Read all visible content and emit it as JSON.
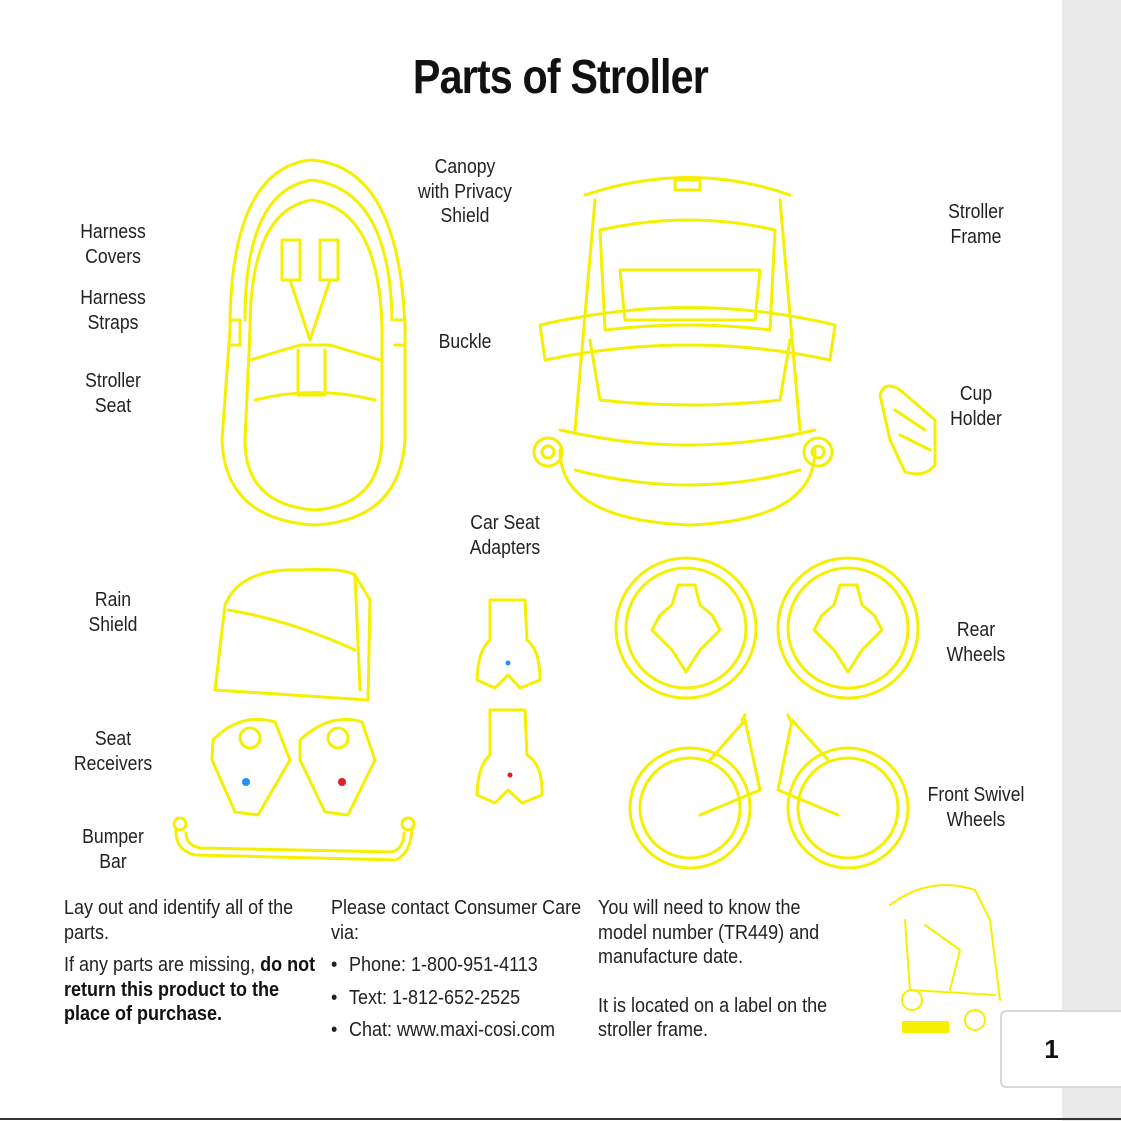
{
  "title": "Parts of Stroller",
  "labels": {
    "harness_covers": "Harness\nCovers",
    "harness_straps": "Harness\nStraps",
    "stroller_seat": "Stroller\nSeat",
    "canopy": "Canopy\nwith Privacy\nShield",
    "buckle": "Buckle",
    "stroller_frame": "Stroller\nFrame",
    "cup_holder": "Cup\nHolder",
    "car_seat_adapters": "Car Seat\nAdapters",
    "rain_shield": "Rain\nShield",
    "rear_wheels": "Rear\nWheels",
    "seat_receivers": "Seat\nReceivers",
    "front_swivel_wheels": "Front Swivel\nWheels",
    "bumper_bar": "Bumper\nBar"
  },
  "columns": {
    "left": {
      "p1": "Lay out and identify all of the parts.",
      "p2_start": "If any parts are missing, ",
      "p2_bold": "do not return this product to the place of purchase."
    },
    "middle": {
      "intro": "Please contact Consumer Care via:",
      "items": [
        "Phone: 1-800-951-4113",
        "Text: 1-812-652-2525",
        "Chat: www.maxi-cosi.com"
      ]
    },
    "right": {
      "p1": "You will need to know the model number (TR449) and manufacture date.",
      "p2": "It is located on a label on the stroller frame."
    }
  },
  "page_number": "1",
  "colors": {
    "line_art": "#ffff00",
    "line_art_stroke": "#f2ee00",
    "dot_blue": "#1e90ff",
    "dot_red": "#e02020",
    "text": "#222222"
  },
  "icons": [
    "stroller-seat-illustration",
    "stroller-frame-illustration",
    "cup-holder-illustration",
    "rain-shield-illustration",
    "car-seat-adapter-illustration",
    "rear-wheel-illustration",
    "seat-receiver-illustration",
    "front-swivel-wheel-illustration",
    "bumper-bar-illustration",
    "assembled-stroller-illustration"
  ]
}
